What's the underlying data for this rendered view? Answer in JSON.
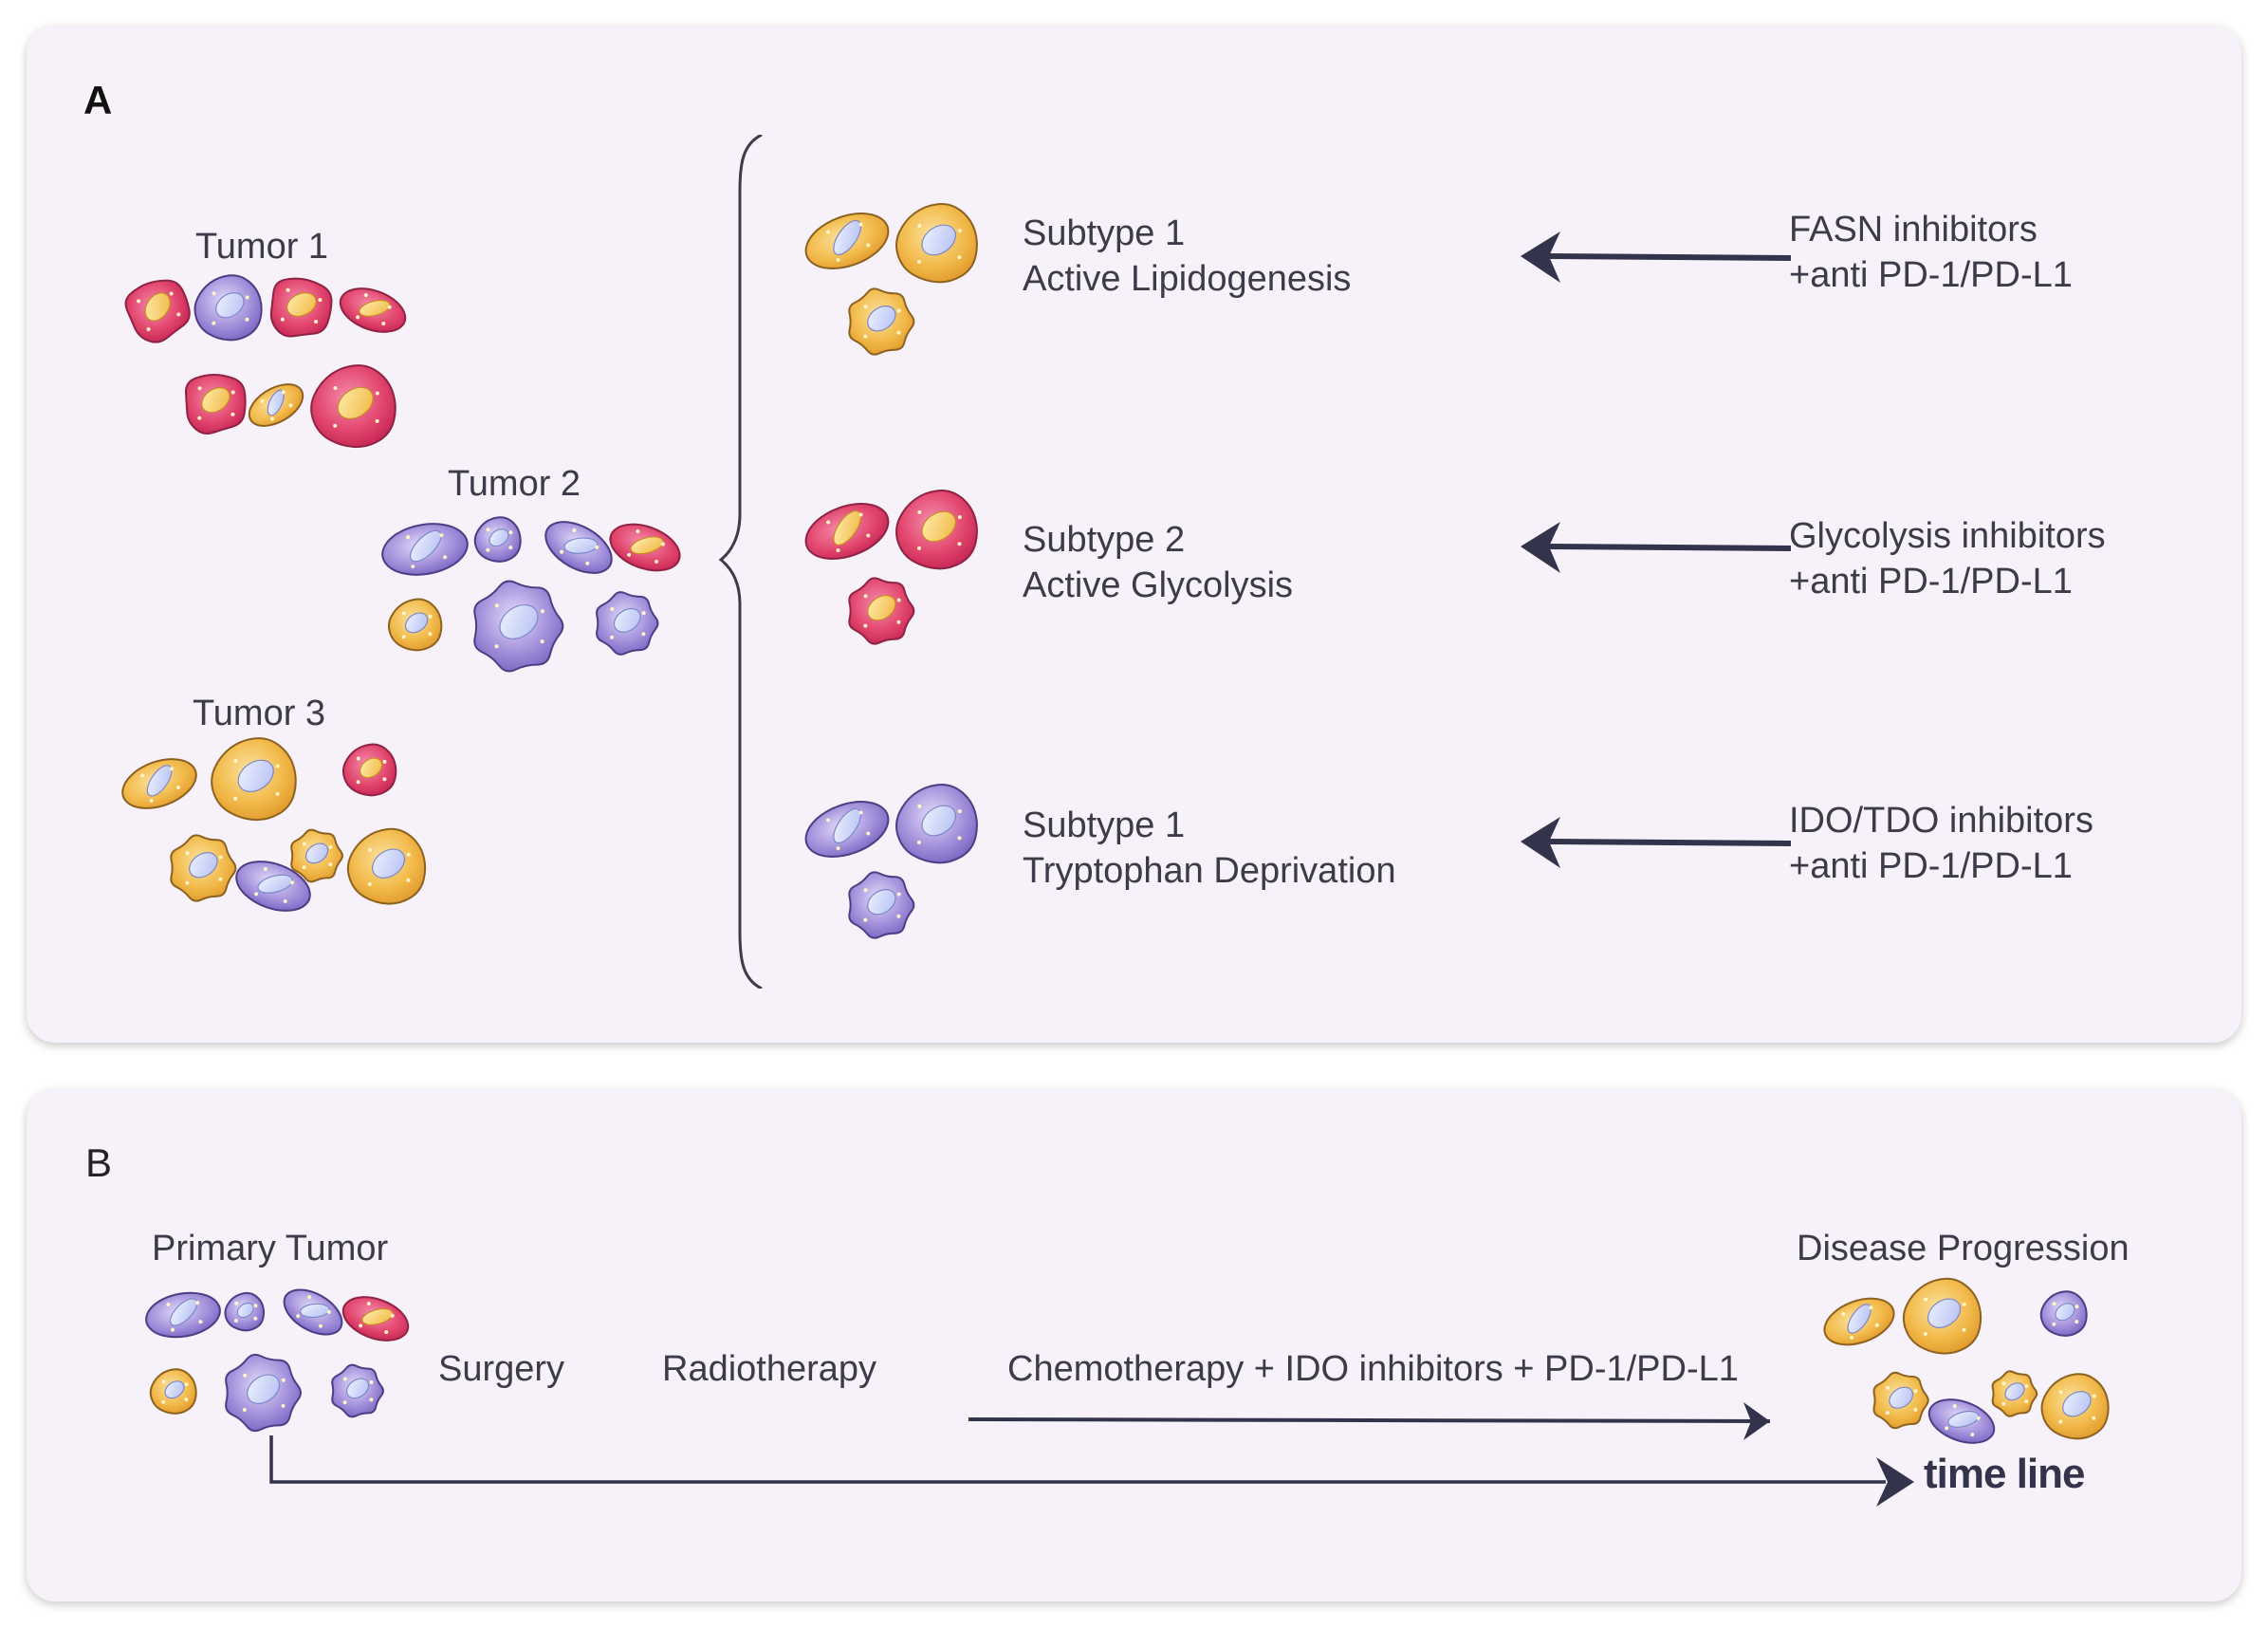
{
  "panel_a": {
    "letter": "A",
    "tumors": [
      {
        "label": "Tumor 1"
      },
      {
        "label": "Tumor 2"
      },
      {
        "label": "Tumor 3"
      }
    ],
    "subtypes": [
      {
        "title": "Subtype 1",
        "desc": "Active Lipidogenesis",
        "therapy_1": "FASN inhibitors",
        "therapy_2": "+anti PD-1/PD-L1"
      },
      {
        "title": "Subtype 2",
        "desc": "Active Glycolysis",
        "therapy_1": "Glycolysis inhibitors",
        "therapy_2": "+anti PD-1/PD-L1"
      },
      {
        "title": "Subtype 1",
        "desc": "Tryptophan Deprivation",
        "therapy_1": "IDO/TDO inhibitors",
        "therapy_2": "+anti PD-1/PD-L1"
      }
    ]
  },
  "panel_b": {
    "letter": "B",
    "primary_label": "Primary Tumor",
    "progression_label": "Disease Progression",
    "surgery_label": "Surgery",
    "radiotherapy_label": "Radiotherapy",
    "chemo_label": "Chemotherapy + IDO inhibitors + PD-1/PD-L1",
    "timeline_label": "time line"
  },
  "colors": {
    "panel_bg": "#f7f1f9",
    "red_cell": "#e2476e",
    "yellow_cell": "#f0b642",
    "purple_cell": "#9b8ad6",
    "arrow": "#33344b"
  }
}
